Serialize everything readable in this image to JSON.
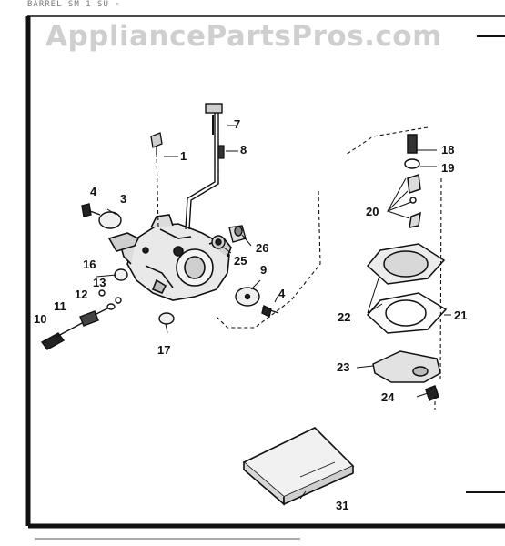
{
  "header": {
    "text": "BARREL SM 1 SU ·"
  },
  "watermark": {
    "text": "AppliancePartsPros.com"
  },
  "callouts": [
    {
      "id": "c1",
      "label": "1"
    },
    {
      "id": "c3",
      "label": "3"
    },
    {
      "id": "c4a",
      "label": "4"
    },
    {
      "id": "c4b",
      "label": "4"
    },
    {
      "id": "c7",
      "label": "7"
    },
    {
      "id": "c8",
      "label": "8"
    },
    {
      "id": "c9",
      "label": "9"
    },
    {
      "id": "c10",
      "label": "10"
    },
    {
      "id": "c11",
      "label": "11"
    },
    {
      "id": "c12",
      "label": "12"
    },
    {
      "id": "c13",
      "label": "13"
    },
    {
      "id": "c16",
      "label": "16"
    },
    {
      "id": "c17",
      "label": "17"
    },
    {
      "id": "c18",
      "label": "18"
    },
    {
      "id": "c19",
      "label": "19"
    },
    {
      "id": "c20",
      "label": "20"
    },
    {
      "id": "c21",
      "label": "21"
    },
    {
      "id": "c22",
      "label": "22"
    },
    {
      "id": "c23",
      "label": "23"
    },
    {
      "id": "c24",
      "label": "24"
    },
    {
      "id": "c25",
      "label": "25"
    },
    {
      "id": "c26",
      "label": "26"
    },
    {
      "id": "c31",
      "label": "31"
    }
  ]
}
